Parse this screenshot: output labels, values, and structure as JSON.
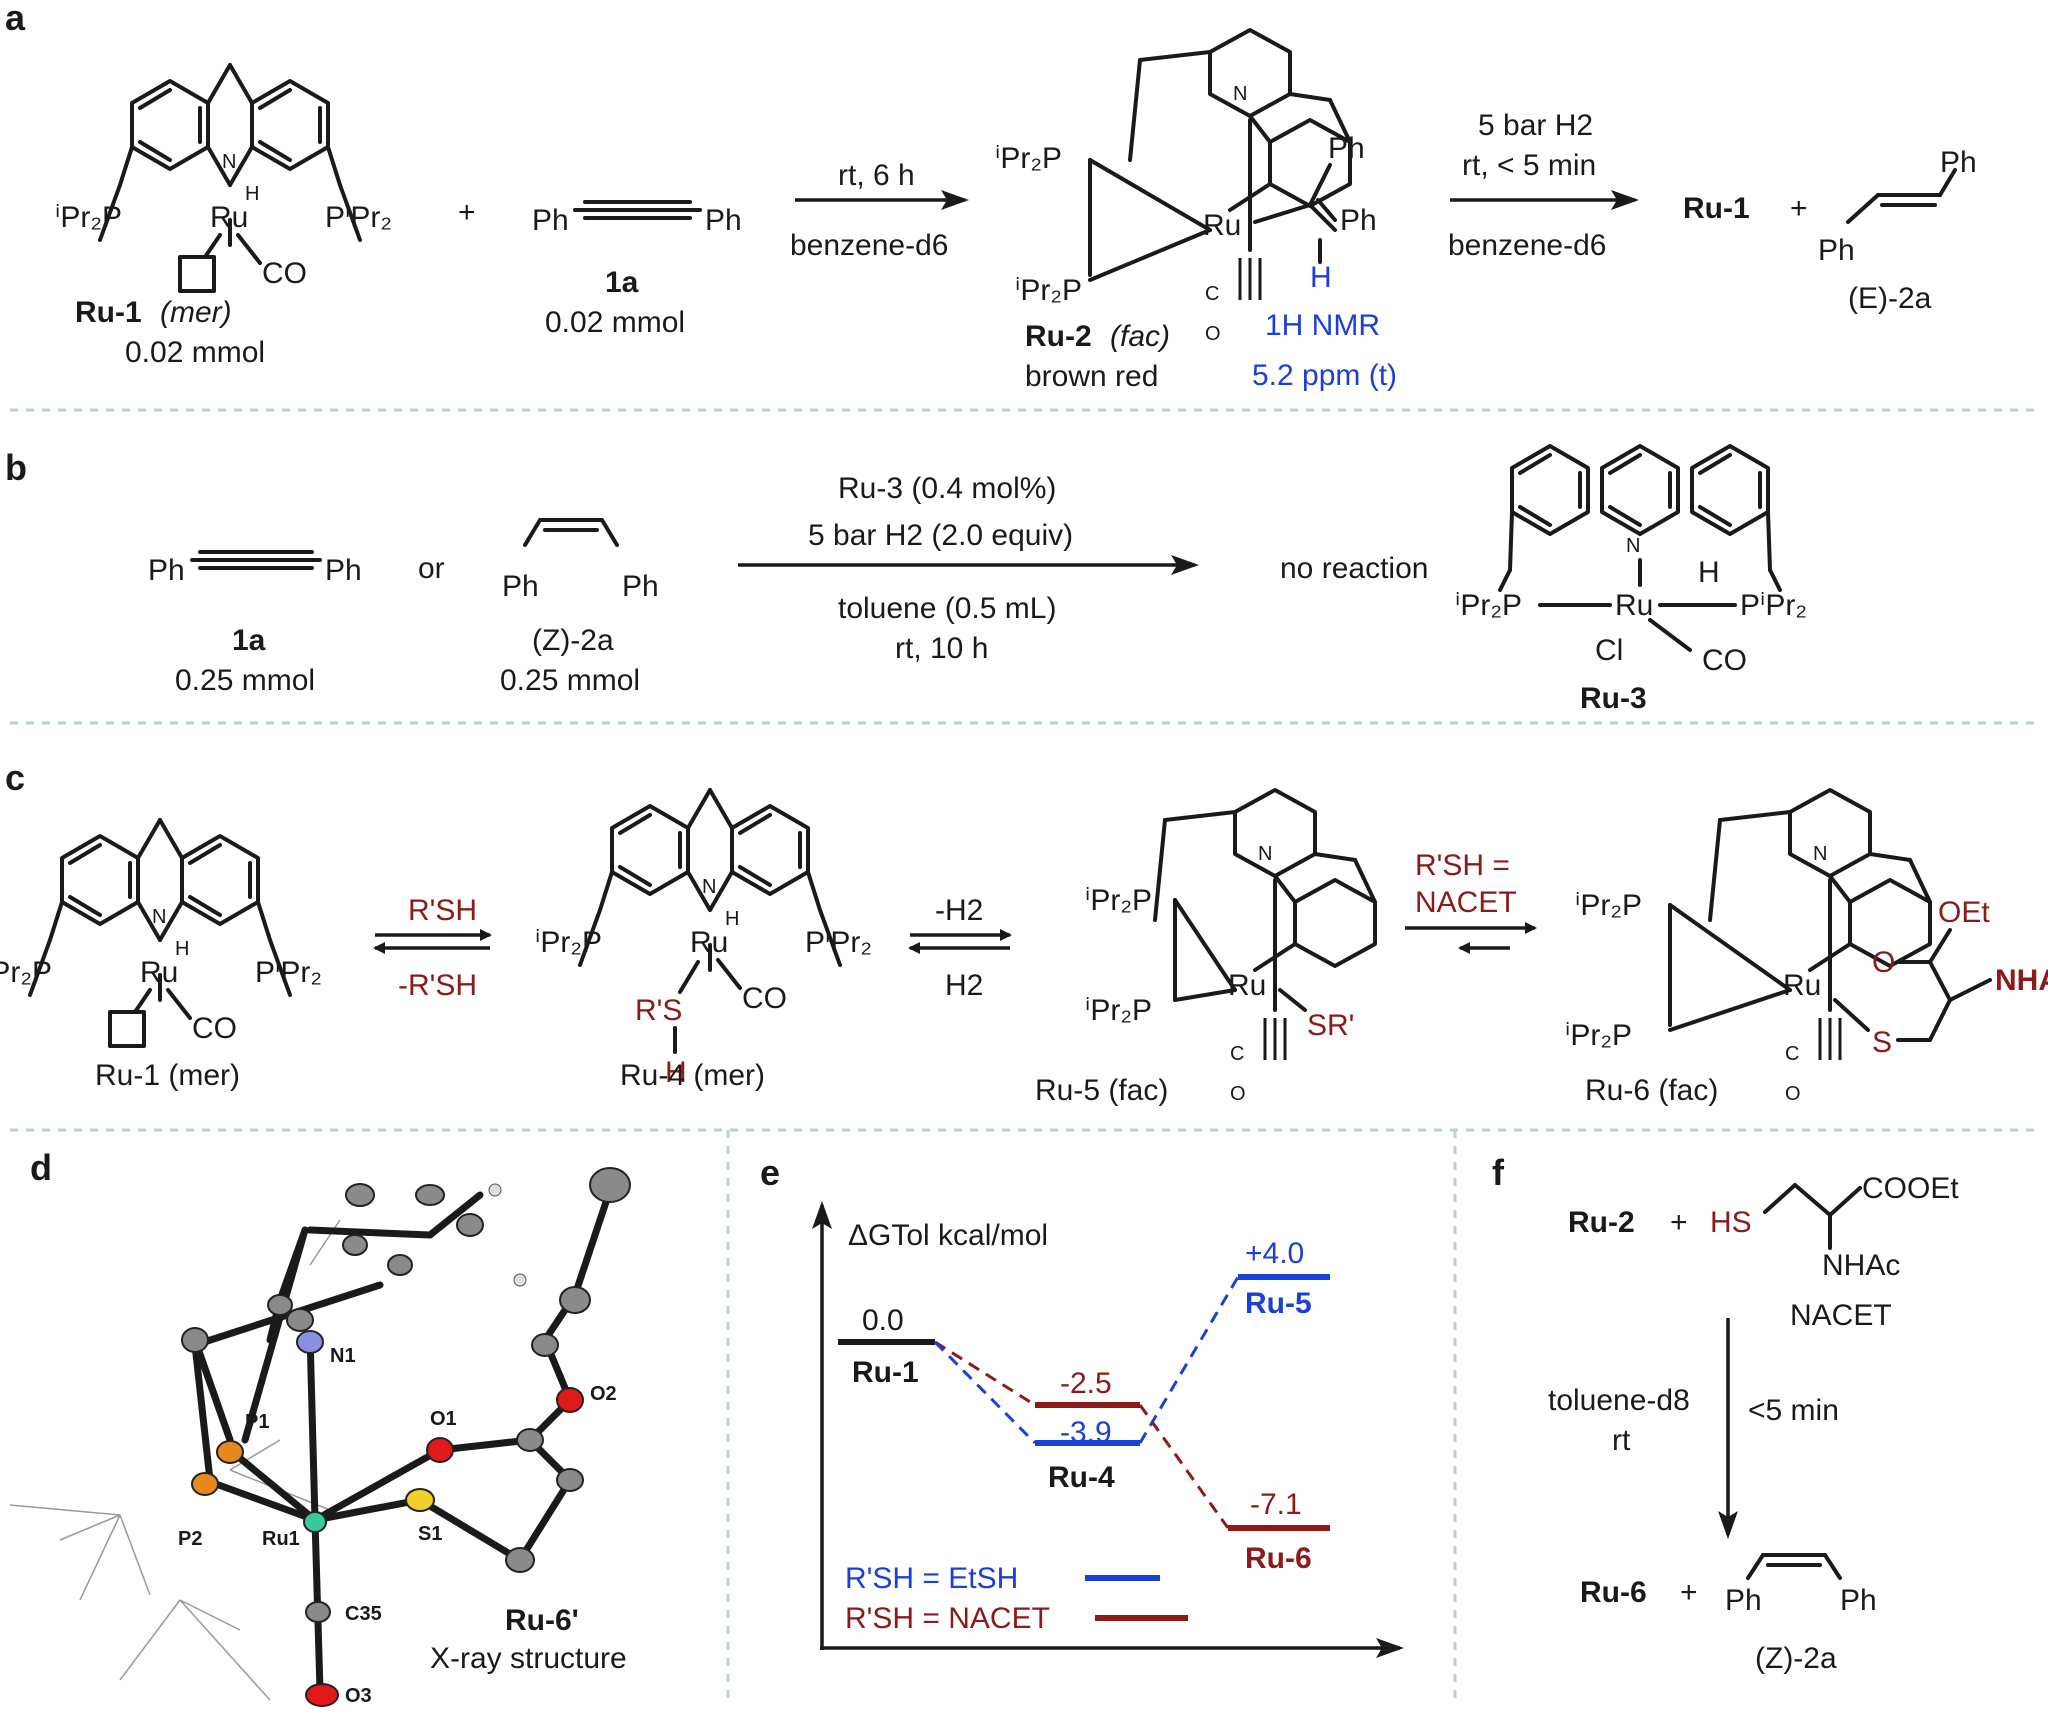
{
  "panels": {
    "a": {
      "letter": "a",
      "ru1_label": "Ru-1",
      "ru1_mer": "(mer)",
      "ru1_amount": "0.02 mmol",
      "plus": "+",
      "alkyne_ph_left": "Ph",
      "alkyne_ph_right": "Ph",
      "alkyne_label": "1a",
      "alkyne_amount": "0.02 mmol",
      "cond1_top": "rt, 6 h",
      "cond1_bottom": "benzene-d6",
      "ru2_label": "Ru-2",
      "ru2_fac": "(fac)",
      "ru2_color": "brown red",
      "nmr_line1": "1H NMR",
      "nmr_line2": "5.2 ppm (t)",
      "vinyl_h": "H",
      "cond2_line1": "5 bar H2",
      "cond2_line2": "rt, < 5 min",
      "cond2_bottom": "benzene-d6",
      "product_ru": "Ru-1",
      "product_plus": "+",
      "product_label": "(E)-2a",
      "product_ph_top": "Ph",
      "product_ph_bottom": "Ph"
    },
    "b": {
      "letter": "b",
      "alkyne_ph_left": "Ph",
      "alkyne_ph_right": "Ph",
      "alkyne_label": "1a",
      "alkyne_amount": "0.25 mmol",
      "or": "or",
      "z_ph_left": "Ph",
      "z_ph_right": "Ph",
      "z_label": "(Z)-2a",
      "z_amount": "0.25 mmol",
      "cond_line1": "Ru-3 (0.4 mol%)",
      "cond_line2": "5 bar H2 (2.0 equiv)",
      "cond_line3": "toluene (0.5 mL)",
      "cond_line4": "rt, 10 h",
      "result": "no reaction",
      "ru3_label": "Ru-3"
    },
    "c": {
      "letter": "c",
      "ru1_label": "Ru-1 (mer)",
      "eq1_top": "R'SH",
      "eq1_bottom": "-R'SH",
      "ru4_label": "Ru-4 (mer)",
      "eq2_top": "-H2",
      "eq2_bottom": "H2",
      "ru5_label": "Ru-5 (fac)",
      "eq3_top1": "R'SH =",
      "eq3_top2": "NACET",
      "ru6_label": "Ru-6 (fac)",
      "ligand_sr": "SR'",
      "ligand_oet": "OEt",
      "ligand_nhac": "NHAc",
      "ligand_s": "S",
      "ligand_o": "O"
    },
    "d": {
      "letter": "d",
      "title": "Ru-6'",
      "subtitle": "X-ray structure",
      "atoms": [
        "N1",
        "P1",
        "P2",
        "Ru1",
        "O1",
        "S1",
        "O2",
        "C35",
        "O3"
      ]
    },
    "e": {
      "letter": "e",
      "axis_title": "ΔGTol kcal/mol",
      "legend_ethsh": "R'SH = EtSH",
      "legend_nacet": "R'SH = NACET",
      "colors": {
        "ethsh": "#1c3fd6",
        "nacet": "#8b1a1a",
        "ref": "#1a1a1a"
      },
      "levels": [
        {
          "name": "Ru-1",
          "value": "0.0",
          "series": "ref"
        },
        {
          "name": "Ru-4",
          "value": "-2.5",
          "series": "nacet"
        },
        {
          "name": "Ru-4",
          "value": "-3.9",
          "series": "ethsh"
        },
        {
          "name": "Ru-5",
          "value": "+4.0",
          "series": "ethsh"
        },
        {
          "name": "Ru-6",
          "value": "-7.1",
          "series": "nacet"
        }
      ]
    },
    "f": {
      "letter": "f",
      "ru2": "Ru-2",
      "plus": "+",
      "hs": "HS",
      "cooet": "COOEt",
      "nhac": "NHAc",
      "nacet": "NACET",
      "cond_left1": "toluene-d8",
      "cond_left2": "rt",
      "cond_right": "<5 min",
      "ru6": "Ru-6",
      "plus2": "+",
      "z_ph_left": "Ph",
      "z_ph_right": "Ph",
      "z_label": "(Z)-2a"
    }
  }
}
